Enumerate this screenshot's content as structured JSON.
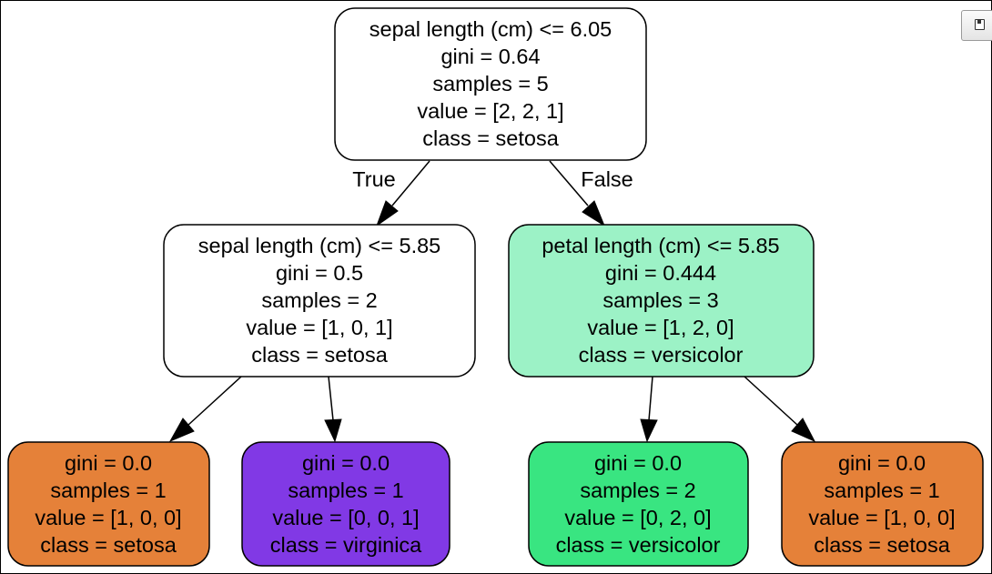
{
  "colors": {
    "root": "#ffffff",
    "split_setosa": "#ffffff",
    "split_versicolor": "#9cf2c6",
    "leaf_setosa": "#e58139",
    "leaf_virginica": "#8139e5",
    "leaf_versicolor": "#39e581",
    "stroke": "#000000"
  },
  "toolbar": {
    "save_icon": "save-icon"
  },
  "edges": {
    "true_label": "True",
    "false_label": "False"
  },
  "nodes": [
    {
      "id": "root",
      "lines": [
        "sepal length (cm) <= 6.05",
        "gini = 0.64",
        "samples = 5",
        "value = [2, 2, 1]",
        "class = setosa"
      ]
    },
    {
      "id": "left",
      "lines": [
        "sepal length (cm) <= 5.85",
        "gini = 0.5",
        "samples = 2",
        "value = [1, 0, 1]",
        "class = setosa"
      ]
    },
    {
      "id": "right",
      "lines": [
        "petal length (cm) <= 5.85",
        "gini = 0.444",
        "samples = 3",
        "value = [1, 2, 0]",
        "class = versicolor"
      ]
    },
    {
      "id": "leaf1",
      "lines": [
        "gini = 0.0",
        "samples = 1",
        "value = [1, 0, 0]",
        "class = setosa"
      ]
    },
    {
      "id": "leaf2",
      "lines": [
        "gini = 0.0",
        "samples = 1",
        "value = [0, 0, 1]",
        "class = virginica"
      ]
    },
    {
      "id": "leaf3",
      "lines": [
        "gini = 0.0",
        "samples = 2",
        "value = [0, 2, 0]",
        "class = versicolor"
      ]
    },
    {
      "id": "leaf4",
      "lines": [
        "gini = 0.0",
        "samples = 1",
        "value = [1, 0, 0]",
        "class = setosa"
      ]
    }
  ]
}
